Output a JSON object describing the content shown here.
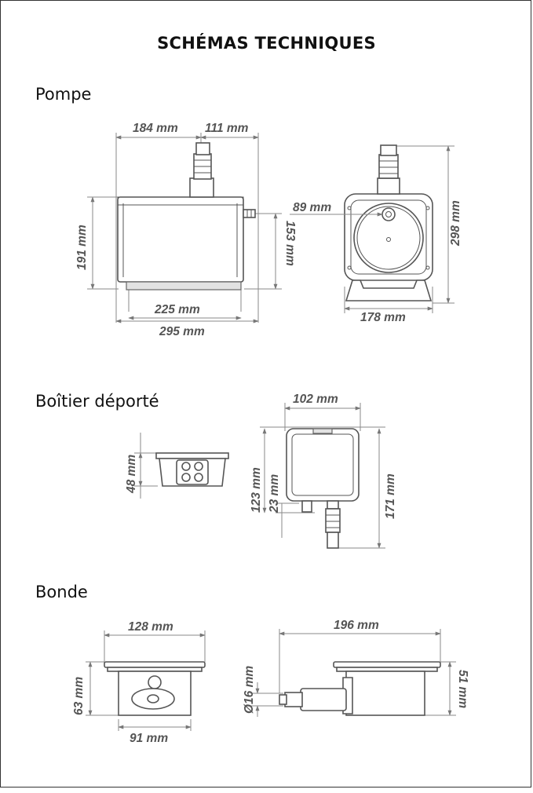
{
  "title": "SCHÉMAS TECHNIQUES",
  "sections": {
    "pompe": {
      "heading": "Pompe",
      "dims": {
        "top_left": "184 mm",
        "top_right": "111 mm",
        "height_left": "191 mm",
        "height_right": "153 mm",
        "base": "225 mm",
        "overall": "295 mm",
        "outlet": "89 mm",
        "total_height": "298 mm",
        "width": "178 mm"
      }
    },
    "boitier": {
      "heading": "Boîtier déporté",
      "dims": {
        "height_small": "48 mm",
        "width": "102 mm",
        "height_box": "123 mm",
        "gland": "23 mm",
        "total_height": "171 mm"
      }
    },
    "bonde": {
      "heading": "Bonde",
      "dims": {
        "diameter": "128 mm",
        "height": "63 mm",
        "body": "91 mm",
        "length": "196 mm",
        "pipe": "Ø16 mm",
        "side_height": "51 mm"
      }
    }
  }
}
